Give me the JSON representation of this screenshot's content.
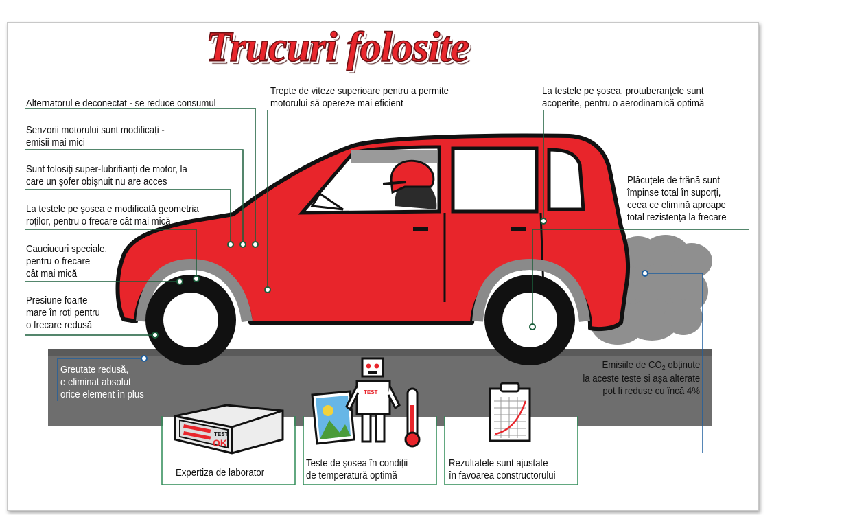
{
  "title": "Trucuri folosite",
  "labels": {
    "alternator": "Alternatorul e deconectat - se reduce consumul",
    "sensors_1": "Senzorii motorului sunt modificați -",
    "sensors_2": "emisii mai mici",
    "lubricants_1": "Sunt folosiți super-lubrifianți de motor, la",
    "lubricants_2": "care un șofer obișnuit nu are acces",
    "geometry_1": "La testele pe șosea e modificată geometria",
    "geometry_2": "roților, pentru o frecare cât mai mică",
    "tires_1": "Cauciucuri speciale,",
    "tires_2": "pentru o frecare",
    "tires_3": "cât mai mică",
    "pressure_1": "Presiune foarte",
    "pressure_2": "mare în roți pentru",
    "pressure_3": "o frecare redusă",
    "weight_1": "Greutate redusă,",
    "weight_2": "e eliminat absolut",
    "weight_3": "orice element în plus",
    "gears_1": "Trepte de viteze superioare pentru a permite",
    "gears_2": "motorului să opereze mai eficient",
    "aero_1": "La testele pe șosea, protuberanțele sunt",
    "aero_2": "acoperite, pentru o aerodinamică optimă",
    "brakes_1": "Plăcuțele de frână sunt",
    "brakes_2": "împinse total în suporți,",
    "brakes_3": "ceea ce elimină aproape",
    "brakes_4": "total rezistența la frecare",
    "emissions_1a": "Emisiile de CO",
    "emissions_1sub": "2",
    "emissions_1b": " obținute",
    "emissions_2": "la aceste teste și așa alterate",
    "emissions_3": "pot fi reduse cu încă 4%"
  },
  "panels": {
    "lab": "Expertiza de laborator",
    "road_1": "Teste de șosea în condiții",
    "road_2": "de temperatură optimă",
    "results_1": "Rezultatele sunt ajustate",
    "results_2": "în favoarea constructorului"
  },
  "device": {
    "test_label": "TEST",
    "ok_label": "OK"
  },
  "robot": {
    "badge": "TEST"
  },
  "colors": {
    "title": "#e8262c",
    "car": "#e8252b",
    "leader_line": "#2e8b57",
    "exhaust_line": "#1f5f9e",
    "road": "#6b6b6b"
  }
}
